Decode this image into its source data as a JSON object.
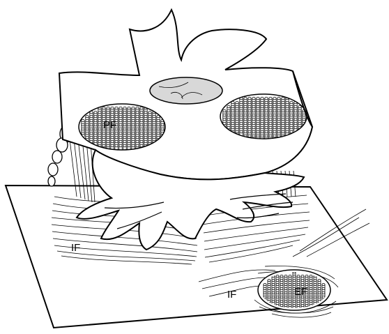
{
  "diagram": {
    "labels": {
      "pf": "PF",
      "if_left": "IF",
      "if_right": "IF",
      "ef": "EF"
    },
    "colors": {
      "stroke": "#000000",
      "background": "#ffffff",
      "nucleus_fill": "#d8d8d8"
    }
  }
}
